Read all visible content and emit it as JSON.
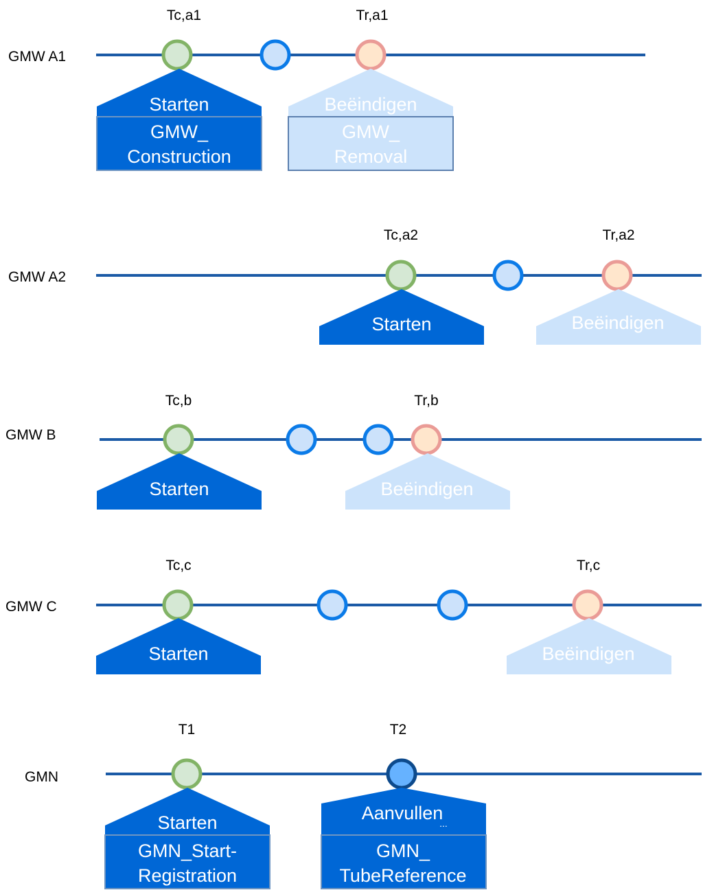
{
  "lanes": [
    {
      "label": "GMW A1",
      "times": [
        "Tc,a1",
        "Tr,a1"
      ],
      "actions": [
        {
          "label": "Starten",
          "box": [
            "GMW_",
            "Construction"
          ],
          "style": "dark"
        },
        {
          "label": "Beëindigen",
          "box": [
            "GMW_",
            "Removal"
          ],
          "style": "light"
        }
      ]
    },
    {
      "label": "GMW A2",
      "times": [
        "Tc,a2",
        "Tr,a2"
      ],
      "actions": [
        {
          "label": "Starten",
          "style": "dark"
        },
        {
          "label": "Beëindigen",
          "style": "light"
        }
      ]
    },
    {
      "label": "GMW B",
      "times": [
        "Tc,b",
        "Tr,b"
      ],
      "actions": [
        {
          "label": "Starten",
          "style": "dark"
        },
        {
          "label": "Beëindigen",
          "style": "light"
        }
      ]
    },
    {
      "label": "GMW C",
      "times": [
        "Tc,c",
        "Tr,c"
      ],
      "actions": [
        {
          "label": "Starten",
          "style": "dark"
        },
        {
          "label": "Beëindigen",
          "style": "light"
        }
      ]
    },
    {
      "label": "GMN",
      "times": [
        "T1",
        "T2"
      ],
      "actions": [
        {
          "label": "Starten",
          "box": [
            "GMN_Start-",
            "Registration"
          ],
          "style": "dark"
        },
        {
          "label": "Aanvullen",
          "extra": "...",
          "box": [
            "GMN_",
            "TubeReference"
          ],
          "style": "dark"
        }
      ]
    }
  ],
  "colors": {
    "timeline": "#1b5aa6",
    "start_marker_fill": "#d5e8d4",
    "start_marker_stroke": "#82b366",
    "mid_marker_fill": "#cce2fb",
    "mid_marker_stroke": "#0b7be8",
    "end_marker_fill": "#ffe6cc",
    "end_marker_stroke": "#ea9b96",
    "action_dark": "#0067d6",
    "action_light": "#cce3fb"
  }
}
